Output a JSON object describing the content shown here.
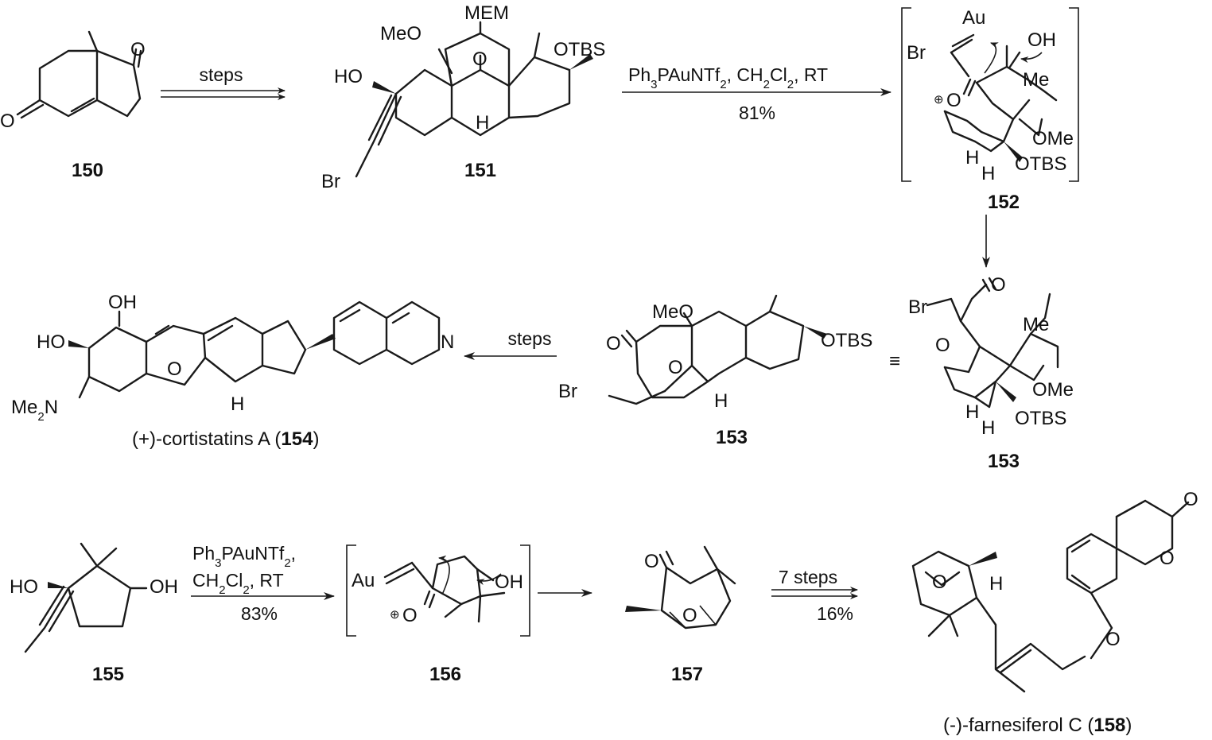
{
  "compounds": {
    "c150": {
      "number": "150"
    },
    "c151": {
      "number": "151",
      "labels": {
        "meo": "MeO",
        "mem": "MEM",
        "o": "O",
        "otbs": "OTBS",
        "ho": "HO",
        "h": "H",
        "br": "Br"
      }
    },
    "c152": {
      "number": "152",
      "labels": {
        "au": "Au",
        "br": "Br",
        "oh": "OH",
        "me": "Me",
        "o_plus": "O",
        "plus": "⊕",
        "ome": "OMe",
        "h1": "H",
        "h2": "H",
        "otbs": "OTBS"
      }
    },
    "c153a": {
      "number": "153",
      "labels": {
        "meo": "MeO",
        "o_keto": "O",
        "o_bridge": "O",
        "otbs": "OTBS",
        "br": "Br",
        "h": "H"
      }
    },
    "c153b": {
      "number": "153",
      "labels": {
        "br": "Br",
        "o_keto": "O",
        "o_ring": "O",
        "me": "Me",
        "ome": "OMe",
        "h1": "H",
        "h2": "H",
        "otbs": "OTBS"
      }
    },
    "c154": {
      "name_prefix": "(+)-cortistatins A (",
      "number": "154",
      "name_suffix": ")",
      "labels": {
        "oh": "OH",
        "ho": "HO",
        "me2n": "Me",
        "sub2": "2",
        "n": "N",
        "o": "O",
        "n_ring": "N",
        "h": "H"
      }
    },
    "c155": {
      "number": "155",
      "labels": {
        "ho": "HO",
        "oh": "OH"
      }
    },
    "c156": {
      "number": "156",
      "labels": {
        "au": "Au",
        "oh": "OH",
        "o_plus": "O",
        "plus": "⊕"
      }
    },
    "c157": {
      "number": "157",
      "labels": {
        "o_keto": "O",
        "o_bridge": "O"
      }
    },
    "c158": {
      "name_prefix": "(-)-farnesiferol C (",
      "number": "158",
      "name_suffix": ")",
      "labels": {
        "o_bridge": "O",
        "h": "H",
        "o_lactone": "O",
        "o_ring": "O",
        "o_ether": "O"
      }
    }
  },
  "arrows": {
    "a1": {
      "above": "steps"
    },
    "a2": {
      "above_parts": [
        "Ph",
        "3",
        "PAuNTf",
        "2",
        ", CH",
        "2",
        "Cl",
        "2",
        ", RT"
      ],
      "below": "81%"
    },
    "a4": {
      "above": "steps"
    },
    "a5": {
      "line1_parts": [
        "Ph",
        "3",
        "PAuNTf",
        "2",
        ","
      ],
      "line2_parts": [
        "CH",
        "2",
        "Cl",
        "2",
        ", RT"
      ],
      "below": "83%"
    },
    "a7": {
      "above": "7 steps",
      "below": "16%"
    }
  },
  "equivalence_symbol": "≡"
}
